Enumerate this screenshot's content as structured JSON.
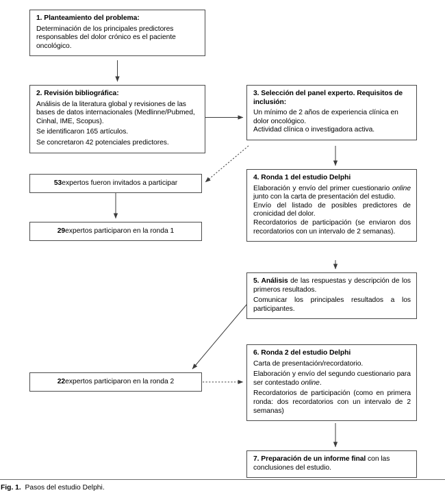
{
  "figure": {
    "caption_label": "Fig. 1.",
    "caption_text": "Pasos del estudio Delphi.",
    "line_color": "#4a4a4a"
  },
  "boxes": {
    "box1": {
      "title": "1. Planteamiento del problema:",
      "line1": "Determinación de los principales predictores responsables del dolor crónico es el paciente oncológico."
    },
    "box2": {
      "title": "2. Revisión bibliográfica:",
      "line1": "Análisis de la literatura global y revisiones de las bases de datos internacionales (Medlinne/Pubmed, Cinhal, IME, Scopus).",
      "line2": "Se identificaron 165 artículos.",
      "line3": "Se concretaron 42 potenciales predictores."
    },
    "box3": {
      "title": "3. Selección del panel experto. Requisitos de inclusión:",
      "line1": "Un mínimo de 2 años de experiencia clínica en dolor oncológico.",
      "line2": "Actividad clínica o investigadora activa."
    },
    "box4": {
      "title": "4. Ronda 1 del estudio Delphi",
      "line1_a": "Elaboración y envío del primer cuestionario ",
      "line1_em": "online",
      "line1_b": " junto con la carta de presentación del estudio.",
      "line2": "Envío del listado de posibles predictores de cronicidad del dolor.",
      "line3": "Recordatorios de participación (se enviaron dos recordatorios con un intervalo de 2 semanas)."
    },
    "box5": {
      "title": "5. Análisis",
      "title_rest": " de las respuestas y descripción de los primeros resultados.",
      "line1": "Comunicar los principales resultados a los participantes."
    },
    "box6": {
      "title": "6. Ronda 2 del estudio Delphi",
      "line1": "Carta de presentación/recordatorio.",
      "line2_a": "Elaboración y envío del segundo cuestionario para ser contestado ",
      "line2_em": "online",
      "line2_b": ".",
      "line3": "Recordatorios de participación (como en primera ronda: dos recordatorios con un intervalo de 2 semanas)"
    },
    "box7": {
      "title": "7. Preparación de un informe final",
      "title_rest": " con las conclusiones del estudio."
    },
    "box53": {
      "count": "53",
      "text": " expertos fueron invitados a participar"
    },
    "box29": {
      "count": "29",
      "text": " expertos participaron en la ronda 1"
    },
    "box22": {
      "count": "22",
      "text": " expertos participaron en la ronda 2"
    }
  },
  "connectors": [
    {
      "name": "box1-to-box2",
      "style": "solid",
      "from": "box1",
      "to": "box2"
    },
    {
      "name": "box2-to-box3",
      "style": "solid",
      "from": "box2",
      "to": "box3"
    },
    {
      "name": "box3-to-box53",
      "style": "dotted",
      "from": "box3",
      "to": "box53"
    },
    {
      "name": "box3-to-box4",
      "style": "solid",
      "from": "box3",
      "to": "box4"
    },
    {
      "name": "box53-to-box29",
      "style": "solid",
      "from": "box53",
      "to": "box29"
    },
    {
      "name": "box4-to-box5",
      "style": "solid",
      "from": "box4",
      "to": "box5"
    },
    {
      "name": "box5-to-box22",
      "style": "solid",
      "from": "box5",
      "to": "box22"
    },
    {
      "name": "box22-to-box6",
      "style": "dotted",
      "from": "box22",
      "to": "box6"
    },
    {
      "name": "box6-to-box7",
      "style": "solid",
      "from": "box6",
      "to": "box7"
    }
  ]
}
